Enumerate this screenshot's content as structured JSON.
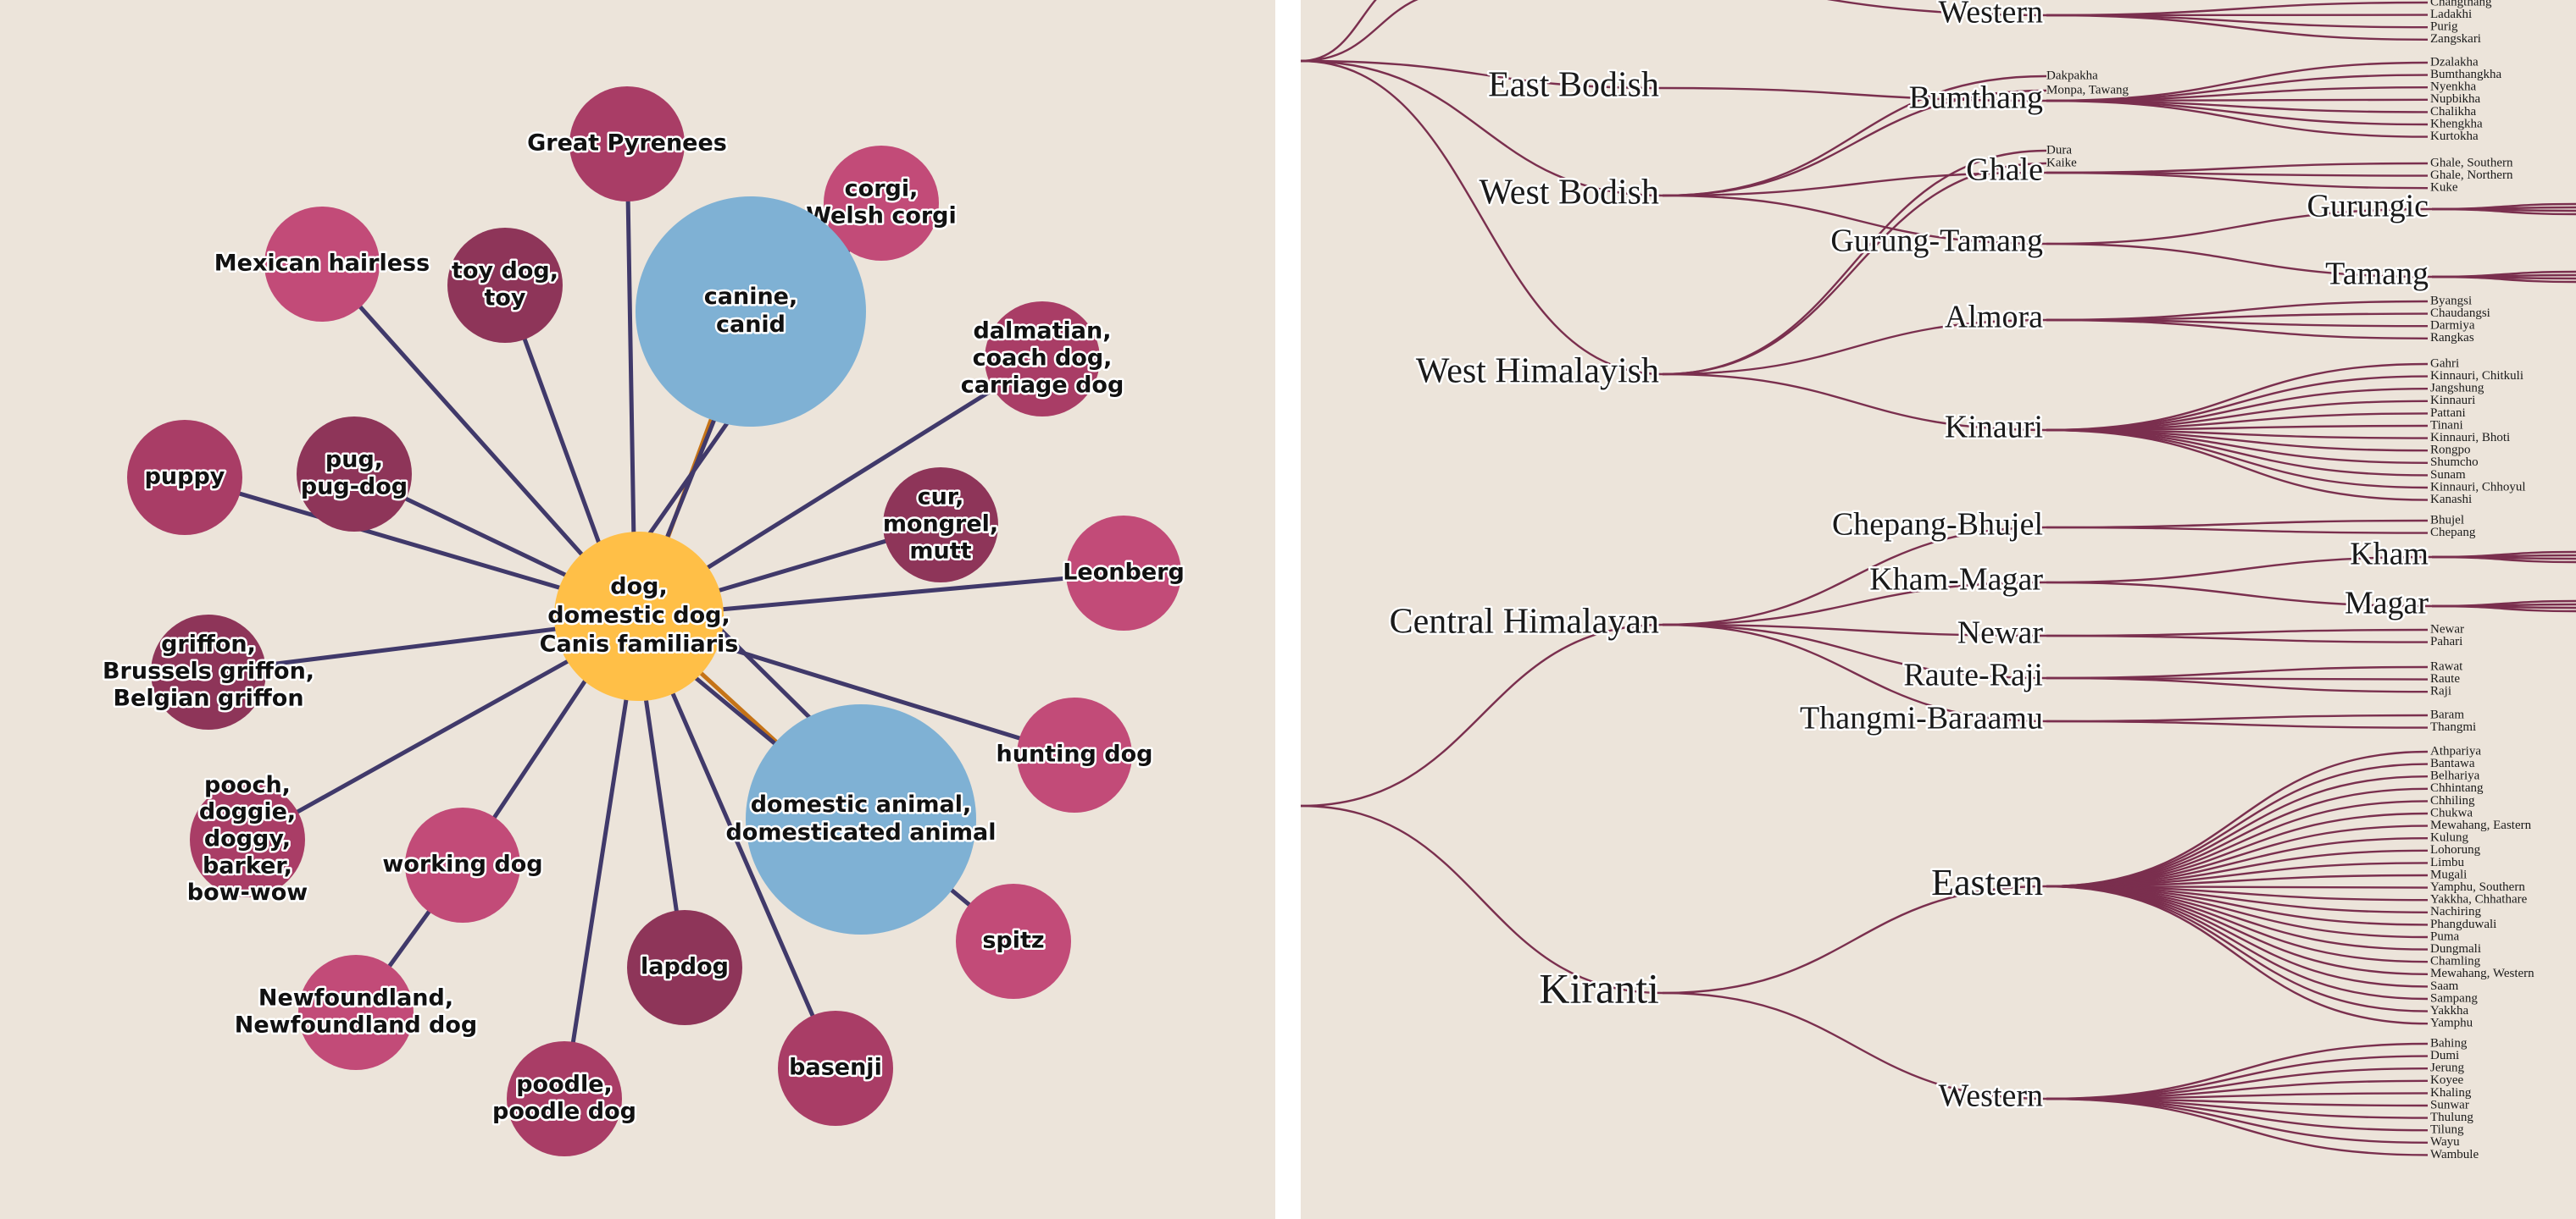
{
  "colors": {
    "background": "#ece4da",
    "center": "#ffbf47",
    "hypernym": "#7fb1d4",
    "edge": "#40396a",
    "hyper_edge": "#c57317",
    "tree_link": "#7a2f4e",
    "pinks": [
      "#c24b78",
      "#a93d66",
      "#8e3559"
    ]
  },
  "graph": {
    "center": {
      "label": [
        "dog,",
        "domestic dog,",
        "Canis familiaris"
      ]
    },
    "hypernyms": [
      {
        "label": [
          "canine,",
          "canid"
        ]
      },
      {
        "label": [
          "domestic animal,",
          "domesticated animal"
        ]
      }
    ],
    "hyponyms": [
      {
        "label": [
          "Great Pyrenees"
        ]
      },
      {
        "label": [
          "corgi,",
          "Welsh corgi"
        ]
      },
      {
        "label": [
          "Mexican hairless"
        ]
      },
      {
        "label": [
          "toy dog,",
          "toy"
        ]
      },
      {
        "label": [
          "dalmatian,",
          "coach dog,",
          "carriage dog"
        ]
      },
      {
        "label": [
          "puppy"
        ]
      },
      {
        "label": [
          "pug,",
          "pug-dog"
        ]
      },
      {
        "label": [
          "cur,",
          "mongrel,",
          "mutt"
        ]
      },
      {
        "label": [
          "Leonberg"
        ]
      },
      {
        "label": [
          "griffon,",
          "Brussels griffon,",
          "Belgian griffon"
        ]
      },
      {
        "label": [
          "hunting dog"
        ]
      },
      {
        "label": [
          "pooch,",
          "doggie,",
          "doggy,",
          "barker,",
          "bow-wow"
        ]
      },
      {
        "label": [
          "working dog"
        ]
      },
      {
        "label": [
          "spitz"
        ]
      },
      {
        "label": [
          "lapdog"
        ]
      },
      {
        "label": [
          "Newfoundland,",
          "Newfoundland dog"
        ]
      },
      {
        "label": [
          "basenji"
        ]
      },
      {
        "label": [
          "poodle,",
          "poodle dog"
        ]
      }
    ]
  },
  "tree": {
    "level1": [
      {
        "label": "East Bodish"
      },
      {
        "label": "West Bodish"
      },
      {
        "label": "West Himalayish"
      },
      {
        "label": "Central Himalayan"
      },
      {
        "label": "Kiranti"
      }
    ],
    "level2": [
      {
        "label": "Western"
      },
      {
        "label": "Bumthang"
      },
      {
        "label": "Ghale"
      },
      {
        "label": "Gurung-Tamang"
      },
      {
        "label": "Almora"
      },
      {
        "label": "Kinauri"
      },
      {
        "label": "Chepang-Bhujel"
      },
      {
        "label": "Kham-Magar"
      },
      {
        "label": "Newar"
      },
      {
        "label": "Raute-Raji"
      },
      {
        "label": "Thangmi-Baraamu"
      },
      {
        "label": "Eastern"
      },
      {
        "label": "Western"
      }
    ],
    "level3": [
      {
        "label": "Gurungic"
      },
      {
        "label": "Tamang"
      },
      {
        "label": "Kham"
      },
      {
        "label": "Magar"
      }
    ],
    "mid_labels": [
      {
        "label": "Dakpakha"
      },
      {
        "label": "Monpa, Tawang"
      },
      {
        "label": "Dura"
      },
      {
        "label": "Kaike"
      }
    ],
    "leaf_groups": [
      {
        "leaves": [
          "Changthang",
          "Ladakhi",
          "Purig",
          "Zangskari"
        ]
      },
      {
        "leaves": [
          "Dzalakha",
          "Bumthangkha",
          "Nyenkha",
          "Nupbikha",
          "Chalikha",
          "Khengkha",
          "Kurtokha"
        ]
      },
      {
        "leaves": [
          "Ghale, Southern",
          "Ghale, Northern",
          "Kuke"
        ]
      },
      {
        "leaves": [
          "Byangsi",
          "Chaudangsi",
          "Darmiya",
          "Rangkas"
        ]
      },
      {
        "leaves": [
          "Gahri",
          "Kinnauri, Chitkuli",
          "Jangshung",
          "Kinnauri",
          "Pattani",
          "Tinani",
          "Kinnauri, Bhoti",
          "Rongpo",
          "Shumcho",
          "Sunam",
          "Kinnauri, Chhoyul",
          "Kanashi"
        ]
      },
      {
        "leaves": [
          "Bhujel",
          "Chepang"
        ]
      },
      {
        "leaves": [
          "Newar",
          "Pahari"
        ]
      },
      {
        "leaves": [
          "Rawat",
          "Raute",
          "Raji"
        ]
      },
      {
        "leaves": [
          "Baram",
          "Thangmi"
        ]
      },
      {
        "leaves": [
          "Athpariya",
          "Bantawa",
          "Belhariya",
          "Chhintang",
          "Chhiling",
          "Chukwa",
          "Mewahang, Eastern",
          "Kulung",
          "Lohorung",
          "Limbu",
          "Mugali",
          "Yamphu, Southern",
          "Yakkha, Chhathare",
          "Nachiring",
          "Phangduwali",
          "Puma",
          "Dungmali",
          "Chamling",
          "Mewahang, Western",
          "Saam",
          "Sampang",
          "Yakkha",
          "Yamphu"
        ]
      },
      {
        "leaves": [
          "Bahing",
          "Dumi",
          "Jerung",
          "Koyee",
          "Khaling",
          "Sunwar",
          "Thulung",
          "Tilung",
          "Wayu",
          "Wambule"
        ]
      }
    ]
  }
}
